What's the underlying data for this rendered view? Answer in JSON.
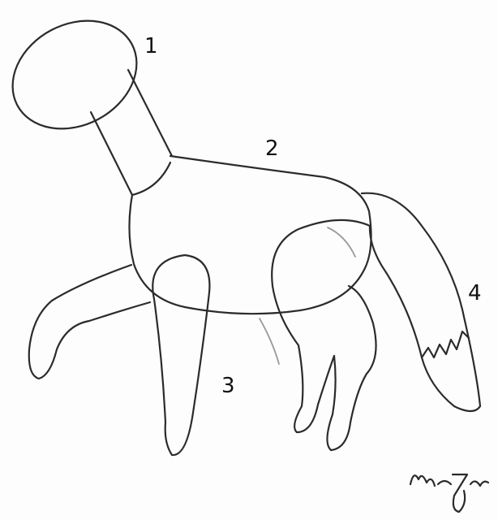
{
  "labels": {
    "head": "1",
    "body": "2",
    "legs": "3",
    "tail": "4"
  },
  "signature": "Mozfr",
  "colors": {
    "pencil": "#2b2b2b",
    "paper": "#fdfdfd"
  }
}
